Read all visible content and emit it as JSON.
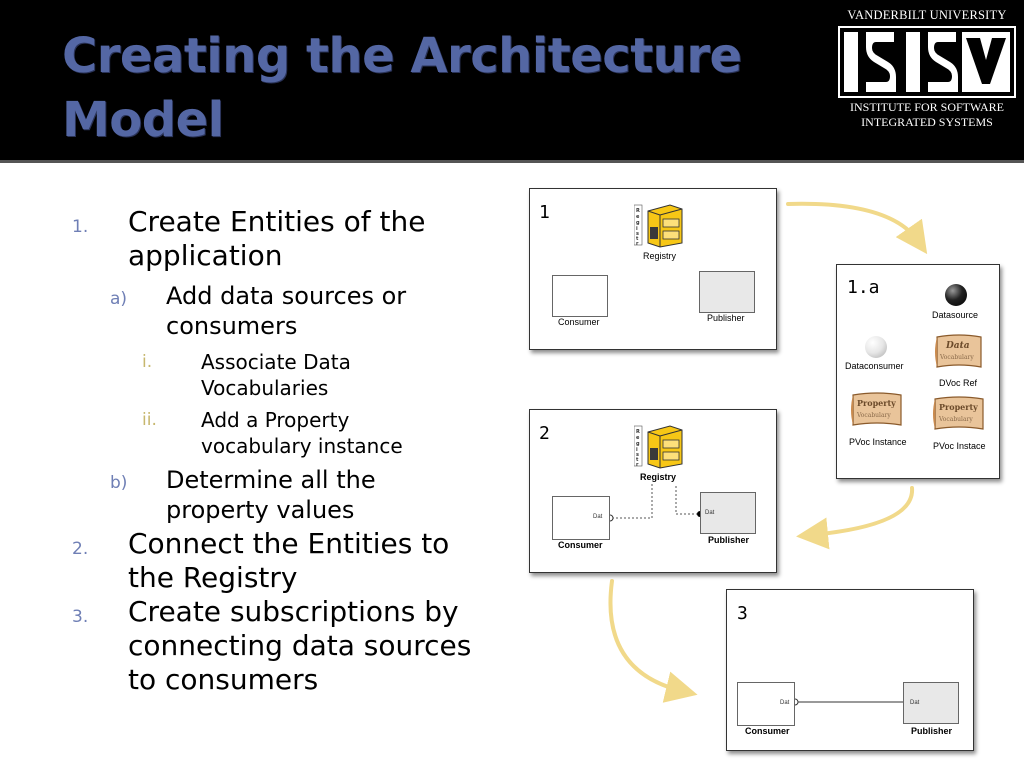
{
  "slide": {
    "title_line1": "Creating the Architecture",
    "title_line2": "Model"
  },
  "logo": {
    "university": "VANDERBILT UNIVERSITY",
    "institute_line1": "INSTITUTE FOR SOFTWARE",
    "institute_line2": "INTEGRATED SYSTEMS"
  },
  "steps": {
    "s1": {
      "num": "1.",
      "line1": "Create Entities of the",
      "line2": "application"
    },
    "s1a": {
      "num": "a)",
      "line1": "Add data sources or",
      "line2": "consumers"
    },
    "s1ai": {
      "num": "i.",
      "line1": "Associate Data",
      "line2": "Vocabularies"
    },
    "s1aii": {
      "num": "ii.",
      "line1": "Add a Property",
      "line2": "vocabulary instance"
    },
    "s1b": {
      "num": "b)",
      "line1": "Determine all the",
      "line2": "property values"
    },
    "s2": {
      "num": "2.",
      "line1": "Connect the Entities to",
      "line2": "the Registry"
    },
    "s3": {
      "num": "3.",
      "line1": "Create subscriptions by",
      "line2": "connecting data sources",
      "line3": "to consumers"
    }
  },
  "panels": {
    "p1": {
      "label": "1",
      "registry": "Registry",
      "consumer": "Consumer",
      "publisher": "Publisher",
      "registry_sign": "Registry"
    },
    "p1a": {
      "label": "1.a",
      "datasource": "Datasource",
      "dataconsumer": "Dataconsumer",
      "dvoc_ref": "DVoc Ref",
      "pvoc_instance": "PVoc Instance",
      "pvoc_instace": "PVoc Instace",
      "data_scroll": "Data",
      "vocabulary_scroll": "Vocabulary",
      "property_scroll": "Property"
    },
    "p2": {
      "label": "2",
      "registry": "Registry",
      "consumer": "Consumer",
      "publisher": "Publisher",
      "port_left": "Dat",
      "port_right": "Dat"
    },
    "p3": {
      "label": "3",
      "consumer": "Consumer",
      "publisher": "Publisher",
      "port_left": "Dat",
      "port_right": "Dat"
    }
  },
  "colors": {
    "title": "#5467a4",
    "numbering": "#6f7fb5",
    "arrow": "#f1d98a",
    "registry_yellow": "#f7c716"
  }
}
